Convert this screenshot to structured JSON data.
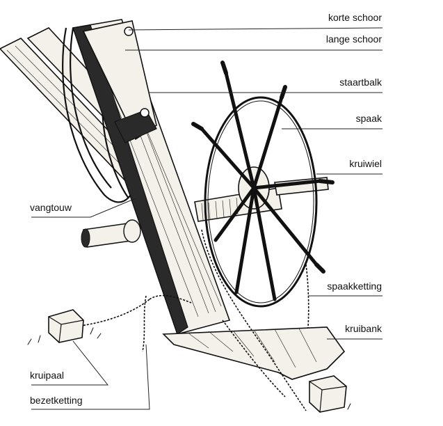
{
  "labels": {
    "korte_schoor": "korte schoor",
    "lange_schoor": "lange schoor",
    "staartbalk": "staartbalk",
    "spaak": "spaak",
    "kruiwiel": "kruiwiel",
    "vangtouw": "vangtouw",
    "spaakketting": "spaakketting",
    "kruibank": "kruibank",
    "kruipaal": "kruipaal",
    "bezetketting": "bezetketting"
  }
}
